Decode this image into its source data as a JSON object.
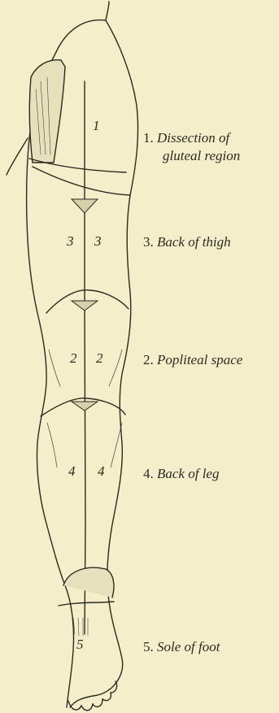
{
  "regions": {
    "r1": "1",
    "r3_left": "3",
    "r3_right": "3",
    "r2_left": "2",
    "r2_right": "2",
    "r4_left": "4",
    "r4_right": "4",
    "r5": "5"
  },
  "labels": [
    {
      "num": "1.",
      "text": "Dissection of",
      "text2": "gluteal region"
    },
    {
      "num": "3.",
      "text": "Back of thigh"
    },
    {
      "num": "2.",
      "text": "Popliteal space"
    },
    {
      "num": "4.",
      "text": "Back of leg"
    },
    {
      "num": "5.",
      "text": "Sole of foot"
    }
  ]
}
